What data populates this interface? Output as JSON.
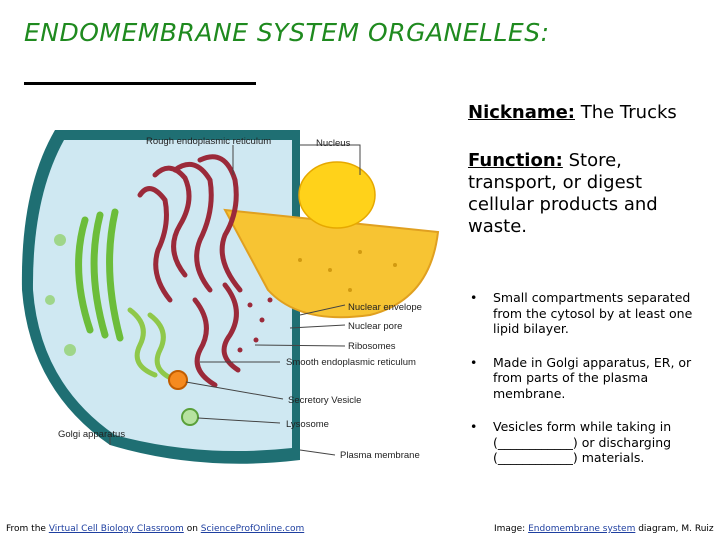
{
  "slide": {
    "title": "ENDOMEMBRANE SYSTEM ORGANELLES:",
    "nickname_label": "Nickname:",
    "nickname_value": "The Trucks",
    "function_label": "Function:",
    "function_value": "Store, transport, or digest cellular products and waste.",
    "bullets": [
      "Small compartments separated from the cytosol by at least one lipid bilayer.",
      "Made in Golgi apparatus, ER, or from parts of the plasma membrane.",
      "Vesicles form while taking in (____________) or discharging (____________) materials."
    ],
    "bullet_symbol": "•"
  },
  "diagram": {
    "labels": {
      "rough_er": "Rough endoplasmic reticulum",
      "nucleus": "Nucleus",
      "nuclear_envelope": "Nuclear envelope",
      "nuclear_pore": "Nuclear pore",
      "ribosomes": "Ribosomes",
      "smooth_er": "Smooth endoplasmic reticulum",
      "secretory_vesicle": "Secretory Vesicle",
      "lysosome": "Lysosome",
      "golgi": "Golgi apparatus",
      "plasma_membrane": "Plasma membrane"
    },
    "colors": {
      "cytoplasm": "#cfe8f2",
      "plasma_membrane": "#1f6f73",
      "nucleus": "#f7c433",
      "nucleolus": "#ffd21a",
      "rough_er": "#9b2a3a",
      "golgi": "#6cbd3a",
      "smooth_er": "#8fc84a"
    }
  },
  "footer": {
    "left_prefix": "From the",
    "left_link1": "Virtual Cell Biology Classroom",
    "left_mid": "on",
    "left_link2": "ScienceProfOnline.com",
    "right_prefix": "Image:",
    "right_link": "Endomembrane system",
    "right_suffix": "diagram, M. Ruiz"
  }
}
